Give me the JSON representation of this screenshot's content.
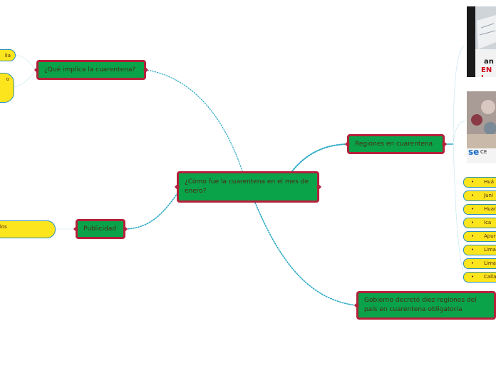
{
  "central": {
    "text": "¿Cómo fue la cuarentena en el mes de enero?"
  },
  "topics": {
    "implica": "¿Qué implica la cuarentena?",
    "publicidad": "Publicidad",
    "regiones": "Regiones en cuarentena",
    "gobierno": "Gobierno decretó diez regiones del país en cuarentena obligatoria"
  },
  "leaves": {
    "implica_1": "lia",
    "implica_2": "o",
    "publicidad_1": "tos los"
  },
  "regions": {
    "bullet": "•",
    "items": [
      "Huá",
      "Juní",
      "Huan",
      "Ica",
      "Apur",
      "Lima",
      "Lima",
      "Calla"
    ]
  },
  "images": {
    "image1": {
      "line1": "an",
      "line2": "EN I"
    },
    "image2": {
      "logo": "se",
      "tag": "CE"
    }
  },
  "colors": {
    "topic_fill": "#0aa34a",
    "topic_border": "#b5203a",
    "leaf_fill": "#fde51e",
    "link": "#2aa9c4"
  }
}
